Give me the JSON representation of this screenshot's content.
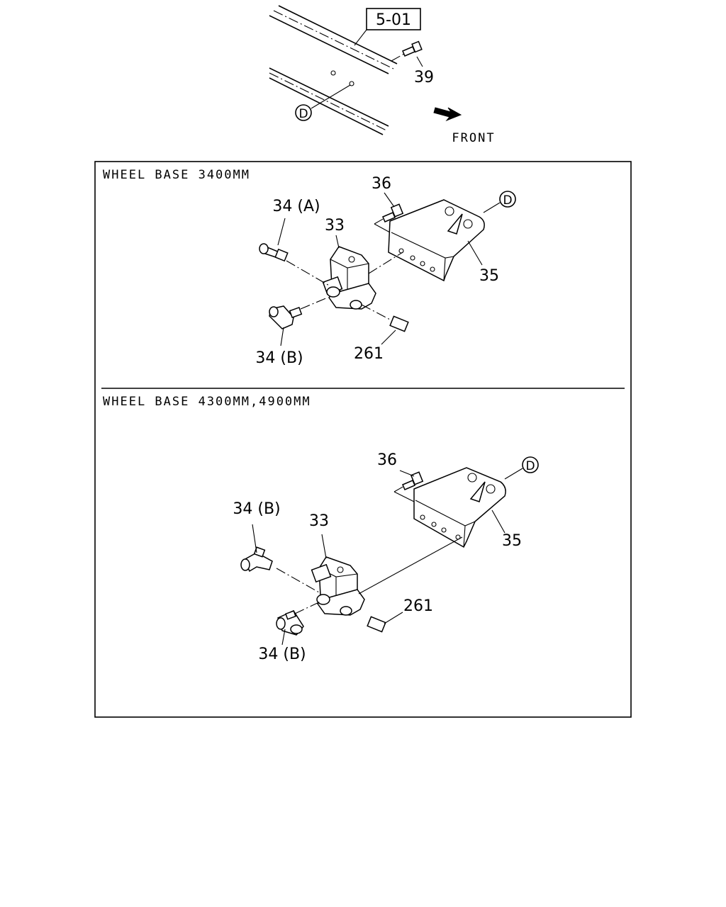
{
  "top": {
    "ref_box": "5-01",
    "front_label": "FRONT",
    "callouts": {
      "bolt": "39",
      "point": "D"
    }
  },
  "panel_a": {
    "heading": "WHEEL BASE 3400MM",
    "callouts": {
      "valve": "33",
      "fitting_a": "34 (A)",
      "fitting_b": "34 (B)",
      "bracket": "35",
      "bolt": "36",
      "plug": "261",
      "point": "D"
    }
  },
  "panel_b": {
    "heading": "WHEEL BASE 4300MM,4900MM",
    "callouts": {
      "valve": "33",
      "fitting_b_upper": "34 (B)",
      "fitting_b_lower": "34 (B)",
      "bracket": "35",
      "bolt": "36",
      "plug": "261",
      "point": "D"
    }
  }
}
